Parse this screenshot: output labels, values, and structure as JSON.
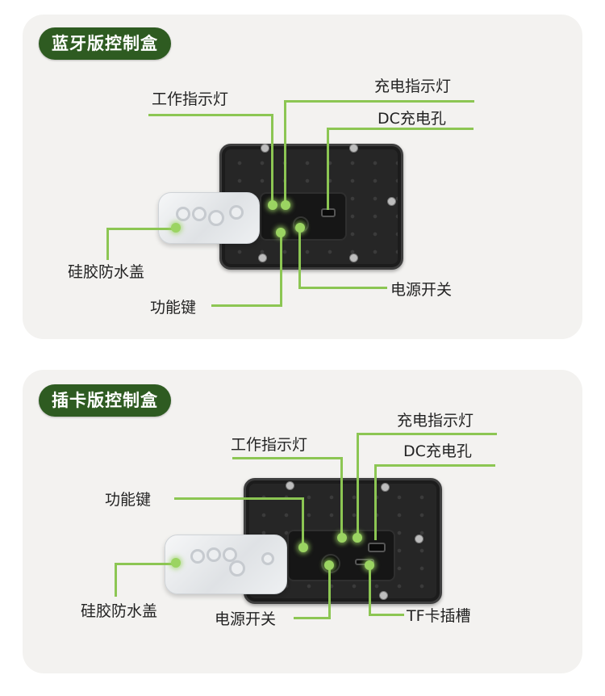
{
  "bluetooth_box": {
    "title": "蓝牙版控制盒",
    "labels": {
      "work_indicator": "工作指示灯",
      "charge_indicator": "充电指示灯",
      "dc_port": "DC充电孔",
      "silicone_cover": "硅胶防水盖",
      "function_key": "功能键",
      "power_switch": "电源开关"
    }
  },
  "card_box": {
    "title": "插卡版控制盒",
    "labels": {
      "charge_indicator": "充电指示灯",
      "work_indicator": "工作指示灯",
      "dc_port": "DC充电孔",
      "function_key": "功能键",
      "silicone_cover": "硅胶防水盖",
      "power_switch": "电源开关",
      "tf_slot": "TF卡插槽"
    }
  },
  "colors": {
    "badge_bg": "#2e5b21",
    "leader_line": "#8cc653",
    "panel_bg": "#f3f2f0"
  }
}
